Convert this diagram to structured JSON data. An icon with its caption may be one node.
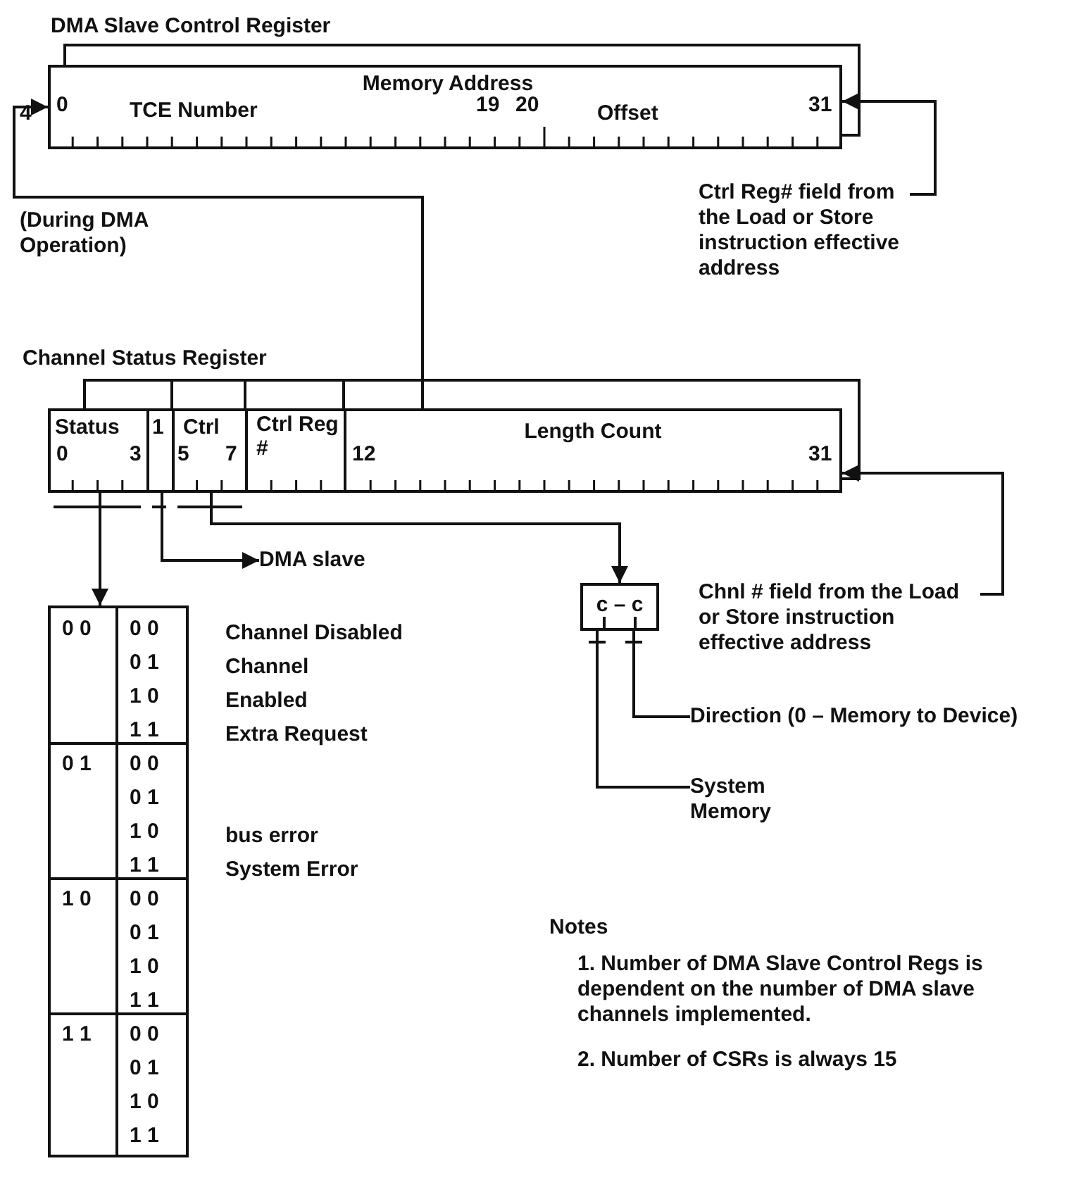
{
  "diagram": {
    "nodes": [
      {
        "text": [
          "DMA Slave Control Register",
          "Memory Address",
          "TCE Number",
          "Offset"
        ]
      },
      {
        "text": [
          "Ctrl Reg# field from the Load or Store instruction effective address"
        ]
      },
      {
        "text": [
          "Channel Status Register"
        ]
      },
      {
        "text": [
          "Status"
        ],
        "in": 2
      },
      {
        "text": [
          "1"
        ],
        "in": 2
      },
      {
        "text": [
          "Ctrl"
        ],
        "in": 2
      },
      {
        "text": [
          "Ctrl Reg #"
        ],
        "in": 2
      },
      {
        "text": [
          "Length Count"
        ],
        "in": 2
      },
      {
        "text": [
          "Chnl # field from the Load or Store instruction effective address"
        ]
      },
      {
        "text": [],
        "shape": "box"
      },
      {
        "text": [
          "DMA slave"
        ]
      },
      {
        "text": [
          "c – c"
        ]
      },
      {
        "text": [
          "Direction (0 – Memory to Device)"
        ]
      },
      {
        "text": [
          "System Memory"
        ]
      }
    ],
    "edges": [
      {
        "from": 2,
        "to": 0,
        "arrow": "to",
        "label": "(During DMA Operation)"
      },
      {
        "from": 1,
        "to": 0,
        "arrow": "to"
      },
      {
        "from": 3,
        "to": 9,
        "arrow": "to"
      },
      {
        "from": 4,
        "to": 10,
        "arrow": "to"
      },
      {
        "from": 5,
        "to": 11,
        "arrow": "to"
      },
      {
        "from": 11,
        "to": 12,
        "arrow": "none"
      },
      {
        "from": 11,
        "to": 13,
        "arrow": "none"
      },
      {
        "from": 8,
        "to": 2,
        "arrow": "to"
      }
    ],
    "labels": [
      "4",
      "0",
      "19",
      "20",
      "31",
      "0",
      "3",
      "5",
      "7",
      "12",
      "31",
      "0 0",
      "0 0",
      "0 1",
      "1 0",
      "1 1",
      "0 1",
      "0 0",
      "0 1",
      "1 0",
      "1 1",
      "1 0",
      "0 0",
      "0 1",
      "1 0",
      "1 1",
      "1 1",
      "0 0",
      "0 1",
      "1 0",
      "1 1",
      "Channel Disabled",
      "Channel Enabled",
      "Extra Request",
      "bus error",
      "System Error",
      "Notes",
      "1. Number of DMA Slave Control Regs is dependent on the number of DMA slave channels implemented.",
      "2. Number of CSRs is always 15"
    ]
  }
}
